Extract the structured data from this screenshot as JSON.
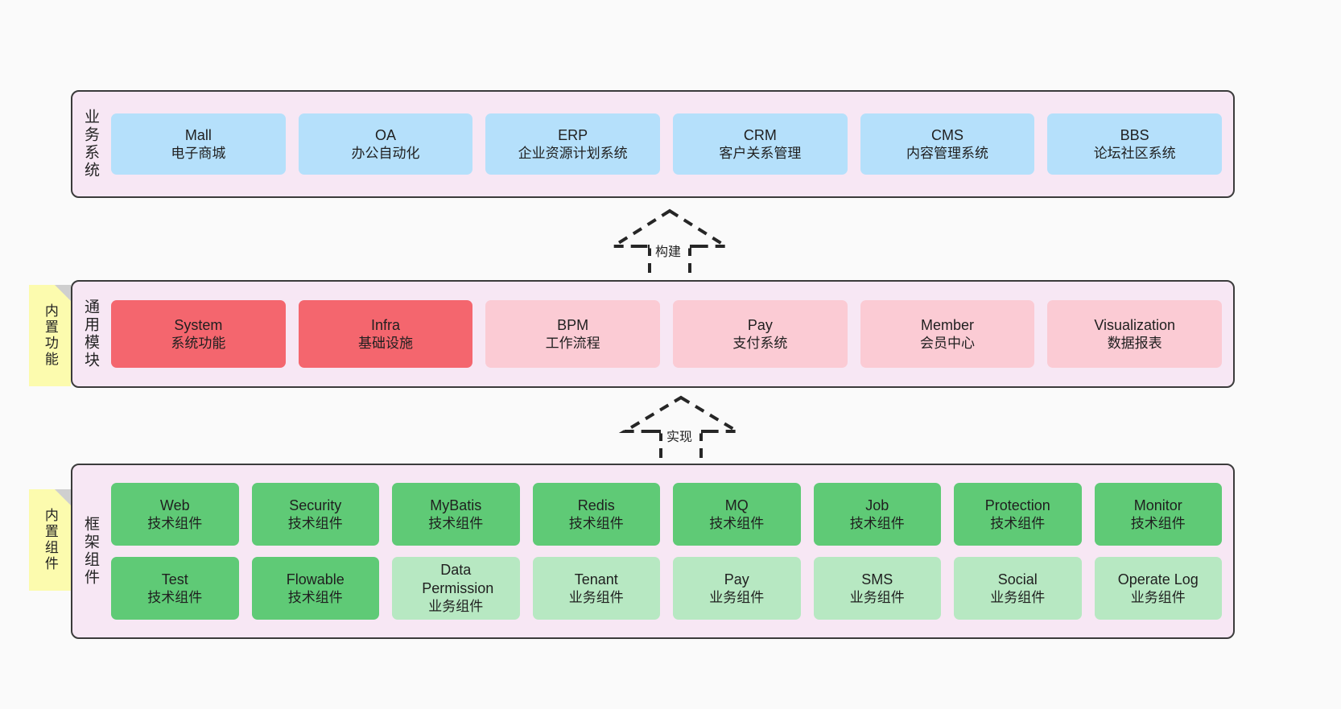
{
  "diagram": {
    "title": "",
    "background": "#fafafa",
    "panel_bg": "#f7e7f4",
    "panel_border": "#3b3b3b",
    "note_bg": "#fcfbae"
  },
  "layers": [
    {
      "key": "business",
      "title": "业务系统",
      "note": null,
      "rows": [
        {
          "items": [
            {
              "en": "Mall",
              "cn": "电子商城",
              "color": "#b5e0fb",
              "style": "c-blue"
            },
            {
              "en": "OA",
              "cn": "办公自动化",
              "color": "#b5e0fb",
              "style": "c-blue"
            },
            {
              "en": "ERP",
              "cn": "企业资源计划系统",
              "color": "#b5e0fb",
              "style": "c-blue"
            },
            {
              "en": "CRM",
              "cn": "客户关系管理",
              "color": "#b5e0fb",
              "style": "c-blue"
            },
            {
              "en": "CMS",
              "cn": "内容管理系统",
              "color": "#b5e0fb",
              "style": "c-blue"
            },
            {
              "en": "BBS",
              "cn": "论坛社区系统",
              "color": "#b5e0fb",
              "style": "c-blue"
            }
          ]
        }
      ]
    },
    {
      "key": "common",
      "title": "通用模块",
      "note": "内置功能",
      "rows": [
        {
          "items": [
            {
              "en": "System",
              "cn": "系统功能",
              "color": "#f4666e",
              "style": "c-red"
            },
            {
              "en": "Infra",
              "cn": "基础设施",
              "color": "#f4666e",
              "style": "c-red"
            },
            {
              "en": "BPM",
              "cn": "工作流程",
              "color": "#fbcbd4",
              "style": "c-pink"
            },
            {
              "en": "Pay",
              "cn": "支付系统",
              "color": "#fbcbd4",
              "style": "c-pink"
            },
            {
              "en": "Member",
              "cn": "会员中心",
              "color": "#fbcbd4",
              "style": "c-pink"
            },
            {
              "en": "Visualization",
              "cn": "数据报表",
              "color": "#fbcbd4",
              "style": "c-pink"
            }
          ]
        }
      ]
    },
    {
      "key": "framework",
      "title": "框架组件",
      "note": "内置组件",
      "rows": [
        {
          "items": [
            {
              "en": "Web",
              "cn": "技术组件",
              "color": "#5fca76",
              "style": "c-green"
            },
            {
              "en": "Security",
              "cn": "技术组件",
              "color": "#5fca76",
              "style": "c-green"
            },
            {
              "en": "MyBatis",
              "cn": "技术组件",
              "color": "#5fca76",
              "style": "c-green"
            },
            {
              "en": "Redis",
              "cn": "技术组件",
              "color": "#5fca76",
              "style": "c-green"
            },
            {
              "en": "MQ",
              "cn": "技术组件",
              "color": "#5fca76",
              "style": "c-green"
            },
            {
              "en": "Job",
              "cn": "技术组件",
              "color": "#5fca76",
              "style": "c-green"
            },
            {
              "en": "Protection",
              "cn": "技术组件",
              "color": "#5fca76",
              "style": "c-green"
            },
            {
              "en": "Monitor",
              "cn": "技术组件",
              "color": "#5fca76",
              "style": "c-green"
            }
          ]
        },
        {
          "items": [
            {
              "en": "Test",
              "cn": "技术组件",
              "color": "#5fca76",
              "style": "c-green"
            },
            {
              "en": "Flowable",
              "cn": "技术组件",
              "color": "#5fca76",
              "style": "c-green"
            },
            {
              "en": "Data Permission",
              "cn": "业务组件",
              "color": "#b7e8c2",
              "style": "c-lightgreen"
            },
            {
              "en": "Tenant",
              "cn": "业务组件",
              "color": "#b7e8c2",
              "style": "c-lightgreen"
            },
            {
              "en": "Pay",
              "cn": "业务组件",
              "color": "#b7e8c2",
              "style": "c-lightgreen"
            },
            {
              "en": "SMS",
              "cn": "业务组件",
              "color": "#b7e8c2",
              "style": "c-lightgreen"
            },
            {
              "en": "Social",
              "cn": "业务组件",
              "color": "#b7e8c2",
              "style": "c-lightgreen"
            },
            {
              "en": "Operate Log",
              "cn": "业务组件",
              "color": "#b7e8c2",
              "style": "c-lightgreen"
            }
          ]
        }
      ]
    }
  ],
  "connectors": [
    {
      "key": "build",
      "label": "构建",
      "from": "common",
      "to": "business"
    },
    {
      "key": "implement",
      "label": "实现",
      "from": "framework",
      "to": "common"
    }
  ]
}
